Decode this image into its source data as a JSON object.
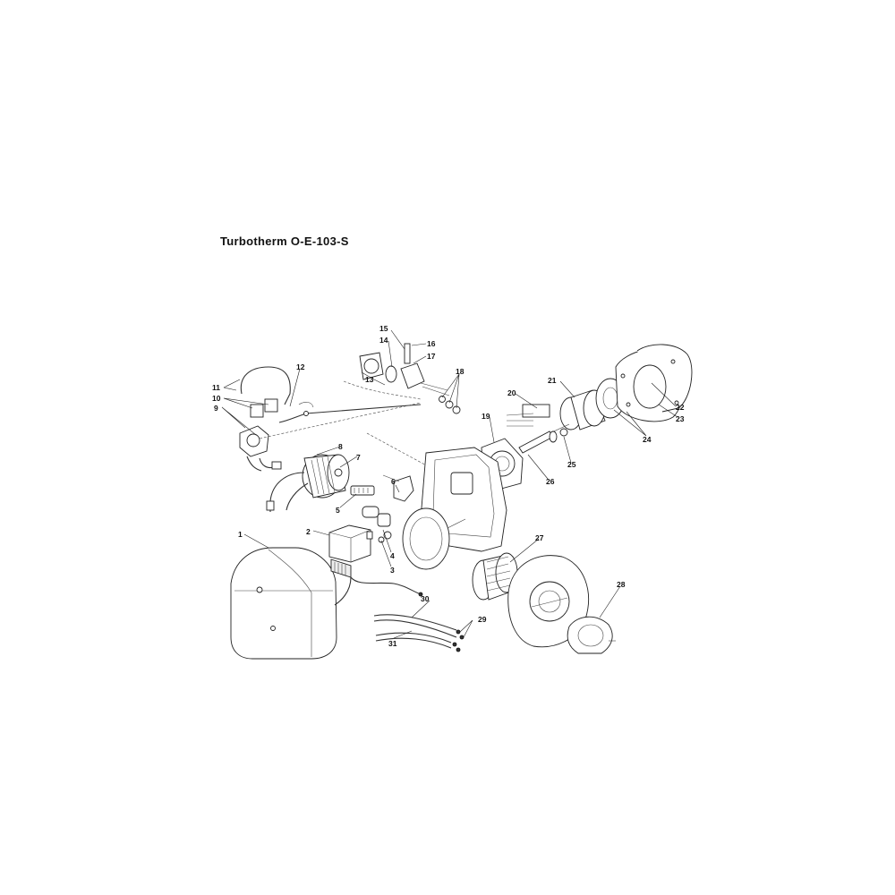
{
  "title": "Turbotherm O-E-103-S",
  "callouts": [
    {
      "id": "1",
      "text": "1"
    },
    {
      "id": "2",
      "text": "2"
    },
    {
      "id": "3",
      "text": "3"
    },
    {
      "id": "4",
      "text": "4"
    },
    {
      "id": "5",
      "text": "5"
    },
    {
      "id": "6",
      "text": "6"
    },
    {
      "id": "7",
      "text": "7"
    },
    {
      "id": "8",
      "text": "8"
    },
    {
      "id": "9",
      "text": "9"
    },
    {
      "id": "10",
      "text": "10"
    },
    {
      "id": "11",
      "text": "11"
    },
    {
      "id": "12",
      "text": "12"
    },
    {
      "id": "13",
      "text": "13"
    },
    {
      "id": "14",
      "text": "14"
    },
    {
      "id": "15",
      "text": "15"
    },
    {
      "id": "16",
      "text": "16"
    },
    {
      "id": "17",
      "text": "17"
    },
    {
      "id": "18",
      "text": "18"
    },
    {
      "id": "19",
      "text": "19"
    },
    {
      "id": "20",
      "text": "20"
    },
    {
      "id": "21",
      "text": "21"
    },
    {
      "id": "22",
      "text": "22"
    },
    {
      "id": "23",
      "text": "23"
    },
    {
      "id": "24",
      "text": "24"
    },
    {
      "id": "25",
      "text": "25"
    },
    {
      "id": "26",
      "text": "26"
    },
    {
      "id": "27",
      "text": "27"
    },
    {
      "id": "28",
      "text": "28"
    },
    {
      "id": "29",
      "text": "29"
    },
    {
      "id": "30",
      "text": "30"
    },
    {
      "id": "31",
      "text": "31"
    }
  ]
}
